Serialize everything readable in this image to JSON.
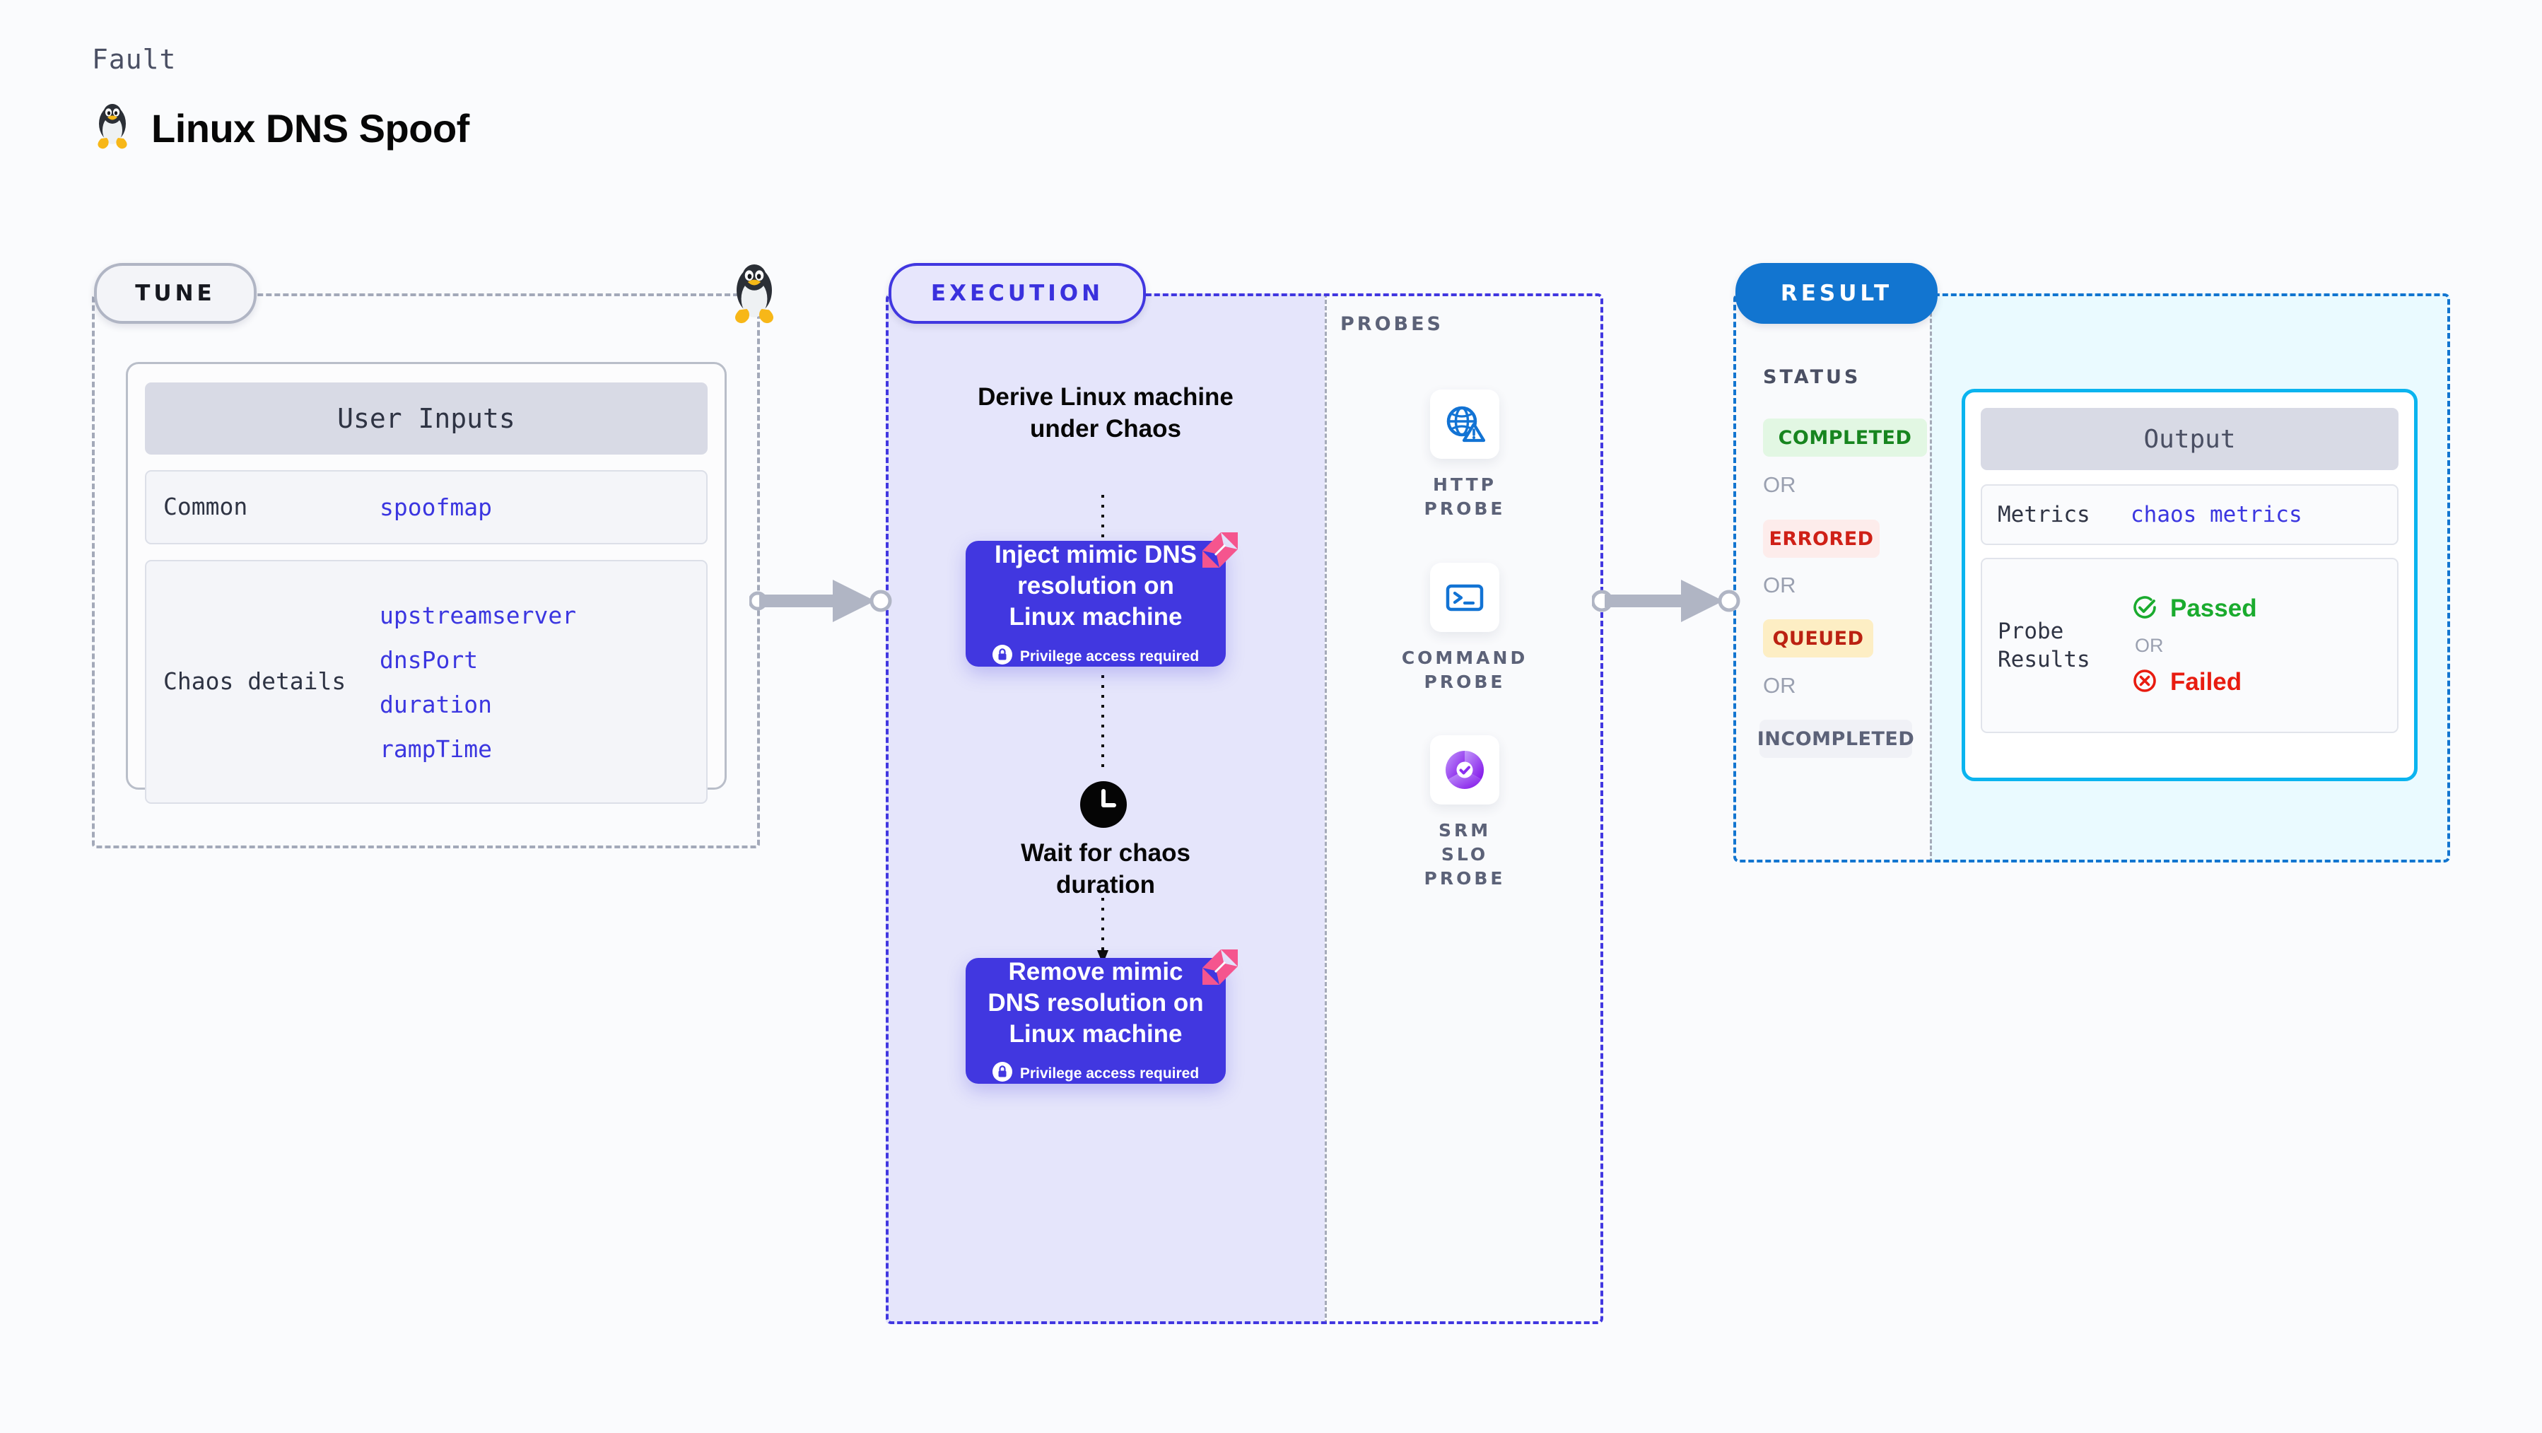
{
  "header": {
    "kicker": "Fault",
    "title": "Linux DNS Spoof",
    "icon": "linux-tux-icon"
  },
  "tune": {
    "pill_label": "TUNE",
    "card_title": "User Inputs",
    "rows": [
      {
        "key": "Common",
        "values": [
          "spoofmap"
        ]
      },
      {
        "key": "Chaos details",
        "values": [
          "upstreamserver",
          "dnsPort",
          "duration",
          "rampTime"
        ]
      }
    ]
  },
  "execution": {
    "pill_label": "EXECUTION",
    "derive_title": "Derive Linux machine under Chaos",
    "steps": [
      {
        "title": "Inject mimic DNS resolution on Linux machine",
        "note": "Privilege access required"
      },
      {
        "title": "Remove mimic DNS resolution on Linux machine",
        "note": "Privilege access required"
      }
    ],
    "wait_title": "Wait for chaos duration"
  },
  "probes": {
    "section_label": "PROBES",
    "items": [
      {
        "label": "HTTP PROBE",
        "icon": "globe-warning-icon"
      },
      {
        "label": "COMMAND PROBE",
        "icon": "terminal-icon"
      },
      {
        "label": "SRM SLO PROBE",
        "icon": "slo-donut-check-icon"
      }
    ]
  },
  "result": {
    "pill_label": "RESULT",
    "status_label": "STATUS",
    "or_label": "OR",
    "statuses": [
      {
        "label": "COMPLETED",
        "bg": "#e2f7e3",
        "fg": "#17851f"
      },
      {
        "label": "ERRORED",
        "bg": "#fdeceb",
        "fg": "#cf2017"
      },
      {
        "label": "QUEUED",
        "bg": "#fdeec4",
        "fg": "#bb2112"
      },
      {
        "label": "INCOMPLETED",
        "bg": "#f0f1f6",
        "fg": "#5c6278"
      }
    ],
    "output": {
      "card_title": "Output",
      "metrics_key": "Metrics",
      "metrics_value": "chaos metrics",
      "probe_key": "Probe Results",
      "passed_label": "Passed",
      "failed_label": "Failed",
      "or_label": "OR"
    }
  },
  "colors": {
    "execution_accent": "#4137e0",
    "result_accent": "#1275d0",
    "output_accent": "#0bb4ef",
    "input_value": "#3b36e0",
    "passed": "#1aab2e",
    "failed": "#e81c10",
    "ribbon": "#f5558e"
  }
}
